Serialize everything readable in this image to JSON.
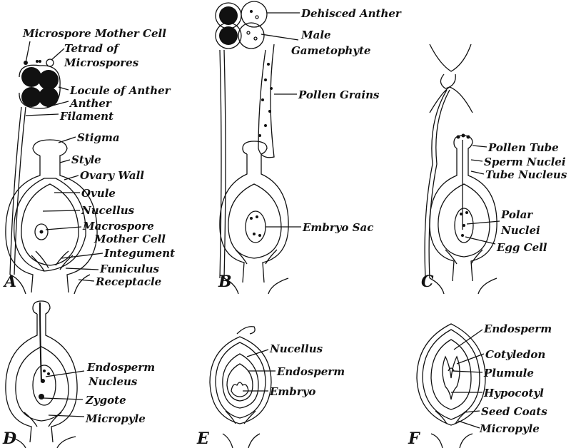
{
  "panels": {
    "A": {
      "letter": "A",
      "labels": {
        "microspore_mother_cell": "Microspore Mother Cell",
        "tetrad_1": "Tetrad of",
        "tetrad_2": "Microspores",
        "locule": "Locule of Anther",
        "anther": "Anther",
        "filament": "Filament",
        "stigma": "Stigma",
        "style": "Style",
        "ovary_wall": "Ovary Wall",
        "ovule": "Ovule",
        "nucellus": "Nucellus",
        "macrospore": "Macrospore",
        "mother_cell": "Mother Cell",
        "integument": "Integument",
        "funiculus": "Funiculus",
        "receptacle": "Receptacle"
      }
    },
    "B": {
      "letter": "B",
      "labels": {
        "dehisced_anther": "Dehisced Anther",
        "male_1": "Male",
        "male_2": "Gametophyte",
        "pollen_grains": "Pollen Grains",
        "embryo_sac": "Embryo Sac"
      }
    },
    "C": {
      "letter": "C",
      "labels": {
        "pollen_tube": "Pollen Tube",
        "sperm_nuclei": "Sperm Nuclei",
        "tube_nucleus": "Tube Nucleus",
        "polar": "Polar",
        "nuclei": "Nuclei",
        "egg_cell": "Egg Cell"
      }
    },
    "D": {
      "letter": "D",
      "labels": {
        "endosperm": "Endosperm",
        "nucleus": "Nucleus",
        "zygote": "Zygote",
        "micropyle": "Micropyle"
      }
    },
    "E": {
      "letter": "E",
      "labels": {
        "nucellus": "Nucellus",
        "endosperm": "Endosperm",
        "embryo": "Embryo"
      }
    },
    "F": {
      "letter": "F",
      "labels": {
        "endosperm": "Endosperm",
        "cotyledon": "Cotyledon",
        "plumule": "Plumule",
        "hypocotyl": "Hypocotyl",
        "seed_coats": "Seed Coats",
        "micropyle": "Micropyle"
      }
    }
  }
}
